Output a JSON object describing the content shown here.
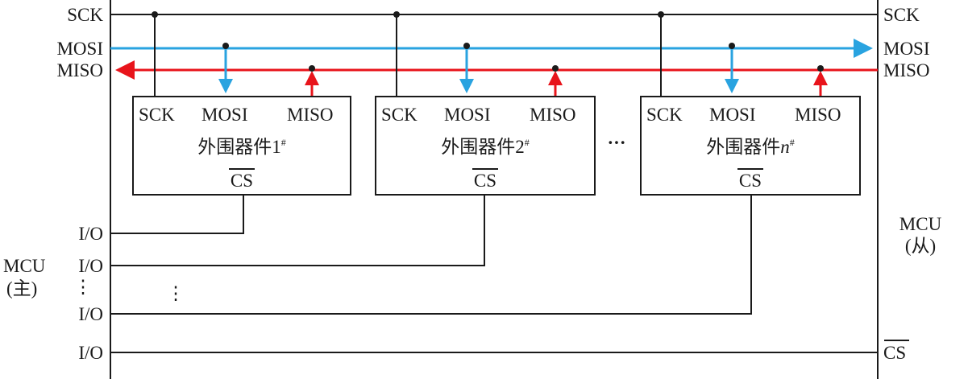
{
  "master": {
    "pins": {
      "sck": "SCK",
      "mosi": "MOSI",
      "miso": "MISO",
      "io": "I/O"
    },
    "name": "MCU",
    "role": "(主)",
    "vdots": "⋮"
  },
  "slave": {
    "pins": {
      "sck": "SCK",
      "mosi": "MOSI",
      "miso": "MISO",
      "cs": "CS"
    },
    "name": "MCU",
    "role": "(从)"
  },
  "devices": [
    {
      "pin_sck": "SCK",
      "pin_mosi": "MOSI",
      "pin_miso": "MISO",
      "name": "外围器件1",
      "sup": "#",
      "cs": "CS"
    },
    {
      "pin_sck": "SCK",
      "pin_mosi": "MOSI",
      "pin_miso": "MISO",
      "name": "外围器件2",
      "sup": "#",
      "cs": "CS"
    },
    {
      "pin_sck": "SCK",
      "pin_mosi": "MOSI",
      "pin_miso": "MISO",
      "name": "外围器件",
      "italic": "n",
      "sup": "#",
      "cs": "CS"
    }
  ],
  "ellipsis": "···",
  "colors": {
    "mosi": "#29a3e0",
    "miso": "#e8141b",
    "line": "#1a1a1a"
  }
}
